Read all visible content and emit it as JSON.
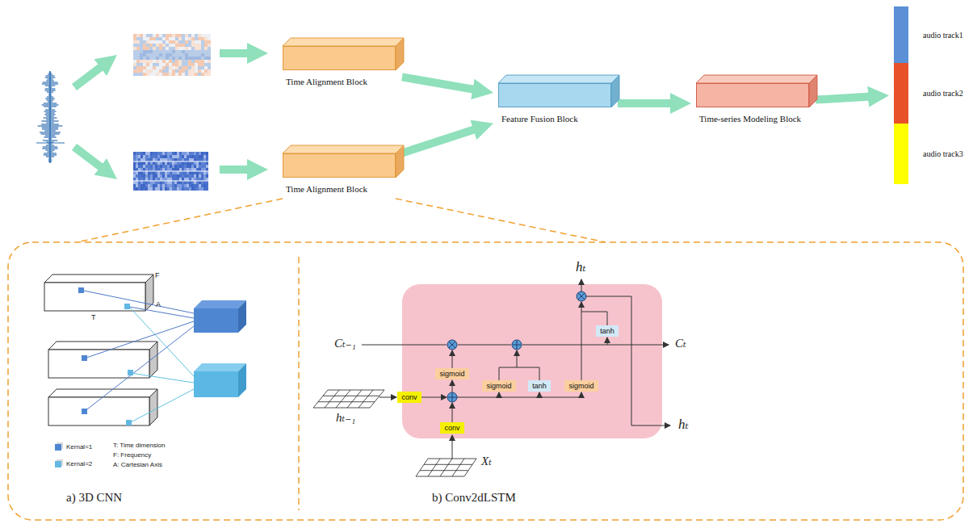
{
  "diagram": {
    "nodes": [
      {
        "text": [
          "Time Alignment Block"
        ]
      },
      {
        "text": [
          "Time Alignment Block"
        ]
      },
      {
        "text": [
          "Feature Fusion Block"
        ]
      },
      {
        "text": [
          "Time-series Modeling Block"
        ]
      },
      {
        "text": [
          "audio track1"
        ]
      },
      {
        "text": [
          "audio track2"
        ]
      },
      {
        "text": [
          "audio track3"
        ]
      },
      {
        "text": [
          "conv"
        ]
      },
      {
        "text": [
          "conv"
        ]
      },
      {
        "text": [
          "sigmoid"
        ]
      },
      {
        "text": [
          "sigmoid"
        ]
      },
      {
        "text": [
          "tanh"
        ]
      },
      {
        "text": [
          "sigmoid"
        ]
      },
      {
        "text": [
          "tanh"
        ]
      }
    ],
    "edges": [
      {
        "from": 0,
        "to": 2,
        "arrow": "to"
      },
      {
        "from": 1,
        "to": 2,
        "arrow": "to"
      },
      {
        "from": 2,
        "to": 3,
        "arrow": "to"
      },
      {
        "from": 3,
        "to": 5,
        "arrow": "to"
      }
    ],
    "labels": [
      "F",
      "A",
      "T",
      "T: Time dimension",
      "F: Frequency",
      "A: Cartesian Axis",
      "a) 3D CNN",
      "hₜ",
      "Cₜ₋₁",
      "Cₜ",
      "hₜ₋₁",
      "Xₜ",
      "hₜ",
      "b) Conv2dLSTM"
    ],
    "legend": [
      {
        "text": "Kernal=1",
        "color": "#4f86d1"
      },
      {
        "text": "Kernal=2",
        "color": "#62b8e2"
      }
    ]
  }
}
